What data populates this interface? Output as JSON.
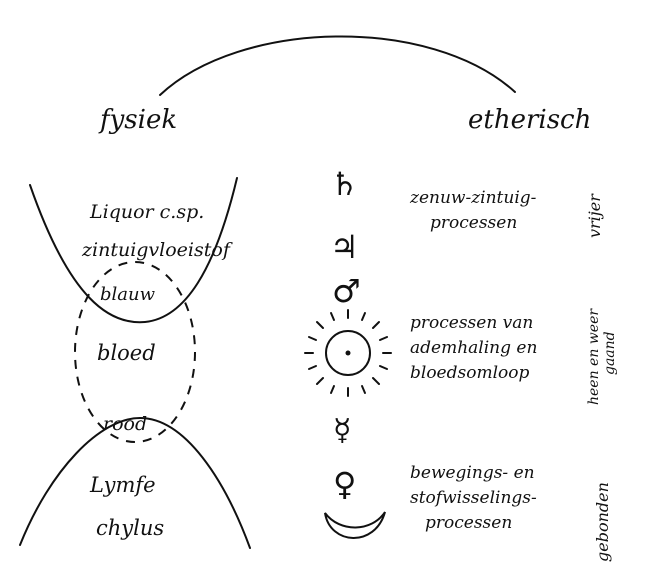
{
  "headers": {
    "left": "fysiek",
    "right": "etherisch"
  },
  "left_labels": {
    "liquor": "Liquor c.sp.",
    "zintuigvloeistof": "zintuigvloeistof",
    "blauw": "blauw",
    "bloed": "bloed",
    "rood": "rood",
    "lymfe": "Lymfe",
    "chylus": "chylus"
  },
  "planets": [
    {
      "name": "saturn",
      "glyph": "♄"
    },
    {
      "name": "jupiter",
      "glyph": "♃"
    },
    {
      "name": "mars",
      "glyph": "♂"
    },
    {
      "name": "sun",
      "glyph": "☉"
    },
    {
      "name": "mercury",
      "glyph": "☿"
    },
    {
      "name": "venus",
      "glyph": "♀"
    },
    {
      "name": "moon",
      "glyph": "☽"
    }
  ],
  "processes": {
    "top": {
      "line1": "zenuw-zintuig-",
      "line2": "processen"
    },
    "middle": {
      "line1": "processen van",
      "line2": "ademhaling en",
      "line3": "bloedsomloop"
    },
    "bottom": {
      "line1": "bewegings- en",
      "line2": "stofwisselings-",
      "line3": "processen"
    }
  },
  "side_labels": {
    "vrijer": "vrijer",
    "heen_en_weer": "heen en weer",
    "gaand": "gaand",
    "gebonden": "gebonden"
  }
}
